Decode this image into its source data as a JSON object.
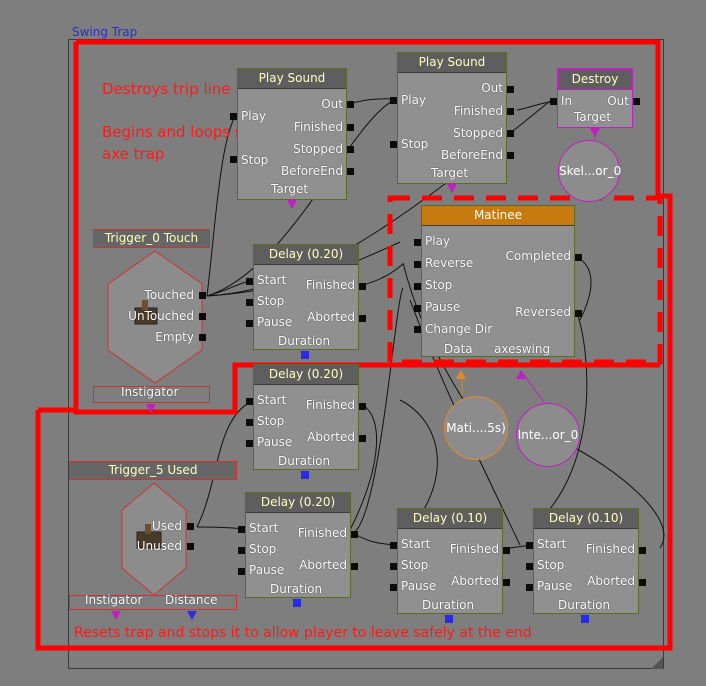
{
  "sequence_title": "Swing Trap",
  "notes": {
    "destroy": "Destroys trip line",
    "swing_line1": "Begins and loops swinging",
    "swing_line2": "axe trap",
    "reset": "Resets trap and stops it to allow player to leave safely at the end"
  },
  "play_sound_1": {
    "title": "Play Sound",
    "in_play": "Play",
    "in_stop": "Stop",
    "out": "Out",
    "finished": "Finished",
    "stopped": "Stopped",
    "before_end": "BeforeEnd",
    "target": "Target"
  },
  "play_sound_2": {
    "title": "Play Sound",
    "in_play": "Play",
    "in_stop": "Stop",
    "out": "Out",
    "finished": "Finished",
    "stopped": "Stopped",
    "before_end": "BeforeEnd",
    "target": "Target"
  },
  "destroy": {
    "title": "Destroy",
    "in": "In",
    "out": "Out",
    "target": "Target"
  },
  "skel_var": "Skel...or_0",
  "trigger0": {
    "title": "Trigger_0 Touch",
    "touched": "Touched",
    "untouched": "UnTouched",
    "empty": "Empty",
    "instigator": "Instigator"
  },
  "delay_1": {
    "title": "Delay (0.20)",
    "start": "Start",
    "stop": "Stop",
    "pause": "Pause",
    "finished": "Finished",
    "aborted": "Aborted",
    "duration": "Duration"
  },
  "delay_2": {
    "title": "Delay (0.20)",
    "start": "Start",
    "stop": "Stop",
    "pause": "Pause",
    "finished": "Finished",
    "aborted": "Aborted",
    "duration": "Duration"
  },
  "delay_3": {
    "title": "Delay (0.20)",
    "start": "Start",
    "stop": "Stop",
    "pause": "Pause",
    "finished": "Finished",
    "aborted": "Aborted",
    "duration": "Duration"
  },
  "delay_4": {
    "title": "Delay (0.10)",
    "start": "Start",
    "stop": "Stop",
    "pause": "Pause",
    "finished": "Finished",
    "aborted": "Aborted",
    "duration": "Duration"
  },
  "delay_5": {
    "title": "Delay (0.10)",
    "start": "Start",
    "stop": "Stop",
    "pause": "Pause",
    "finished": "Finished",
    "aborted": "Aborted",
    "duration": "Duration"
  },
  "matinee": {
    "title": "Matinee",
    "play": "Play",
    "reverse": "Reverse",
    "stop": "Stop",
    "pause": "Pause",
    "change_dir": "Change Dir",
    "completed": "Completed",
    "reversed": "Reversed",
    "data": "Data",
    "axeswing": "axeswing"
  },
  "mati_var": "Mati....5s)",
  "inte_var": "Inte...or_0",
  "trigger5": {
    "title": "Trigger_5 Used",
    "used": "Used",
    "unused": "Unused",
    "instigator": "Instigator",
    "distance": "Distance"
  },
  "colors": {
    "annotation": "#ff0000",
    "matinee_header": "#c77a10",
    "object_var": "#c020c0",
    "float_var": "#e08a2a",
    "int_var": "#2a2ae0"
  }
}
